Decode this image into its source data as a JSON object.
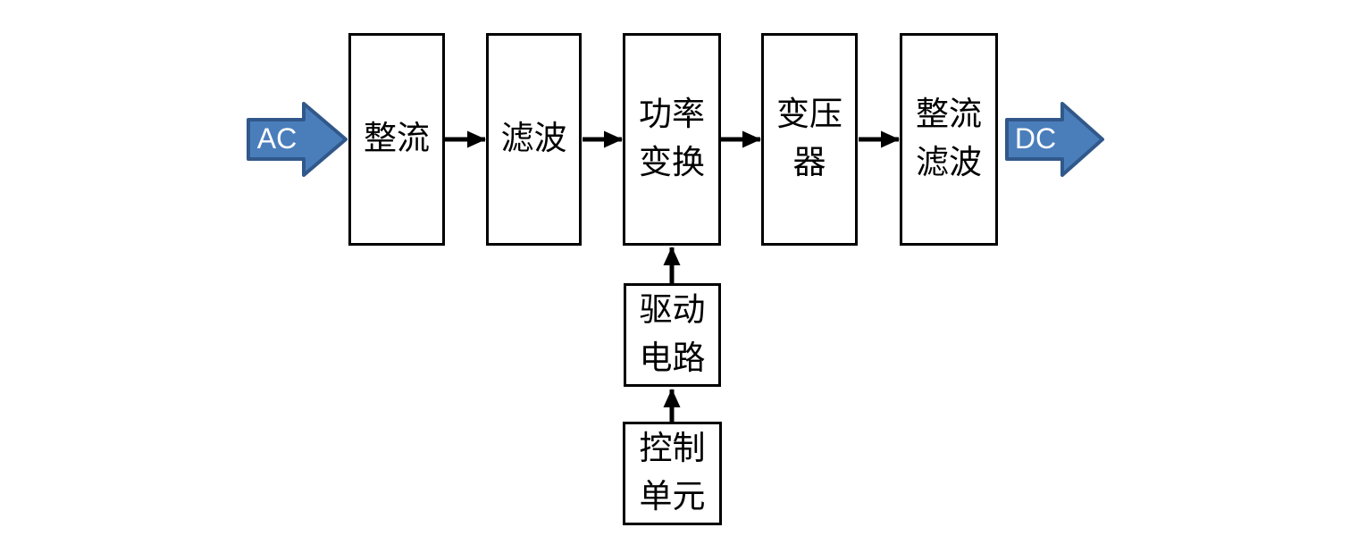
{
  "diagram": {
    "type": "block-flow-diagram",
    "description": "Switched-mode power supply block diagram",
    "input_arrow": {
      "label": "AC"
    },
    "output_arrow": {
      "label": "DC"
    },
    "boxes": [
      {
        "id": "rectifier",
        "label": "整流"
      },
      {
        "id": "filter",
        "label": "滤波"
      },
      {
        "id": "power-conv",
        "label": "功率\n变换"
      },
      {
        "id": "transformer",
        "label": "变压\n器"
      },
      {
        "id": "rectify-filter",
        "label": "整流\n滤波"
      },
      {
        "id": "drive-circuit",
        "label": "驱动\n电路"
      },
      {
        "id": "control-unit",
        "label": "控制\n单元"
      }
    ],
    "flow": [
      "AC -> 整流",
      "整流 -> 滤波",
      "滤波 -> 功率变换",
      "功率变换 -> 变压器",
      "变压器 -> 整流滤波",
      "整流滤波 -> DC",
      "控制单元 -> 驱动电路",
      "驱动电路 -> 功率变换"
    ],
    "colors": {
      "block_arrow_fill": "#4a7ebb",
      "block_arrow_border": "#31588a",
      "box_border": "#000000",
      "connector": "#000000",
      "arrow_text": "#ffffff",
      "background": "#ffffff"
    }
  }
}
